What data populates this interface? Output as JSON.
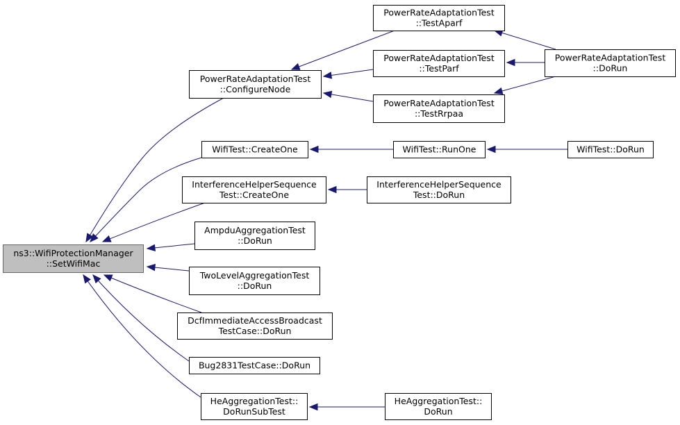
{
  "graph": {
    "root": "root",
    "nodes": [
      {
        "id": "root",
        "lines": [
          "ns3::WifiProtectionManager",
          "::SetWifiMac"
        ]
      },
      {
        "id": "prat_config",
        "lines": [
          "PowerRateAdaptationTest",
          "::ConfigureNode"
        ]
      },
      {
        "id": "prat_aparf",
        "lines": [
          "PowerRateAdaptationTest",
          "::TestAparf"
        ]
      },
      {
        "id": "prat_parf",
        "lines": [
          "PowerRateAdaptationTest",
          "::TestParf"
        ]
      },
      {
        "id": "prat_rrpaa",
        "lines": [
          "PowerRateAdaptationTest",
          "::TestRrpaa"
        ]
      },
      {
        "id": "prat_dorun",
        "lines": [
          "PowerRateAdaptationTest",
          "::DoRun"
        ]
      },
      {
        "id": "wt_create",
        "lines": [
          "WifiTest::CreateOne"
        ]
      },
      {
        "id": "wt_runone",
        "lines": [
          "WifiTest::RunOne"
        ]
      },
      {
        "id": "wt_dorun",
        "lines": [
          "WifiTest::DoRun"
        ]
      },
      {
        "id": "ihs_create",
        "lines": [
          "InterferenceHelperSequence",
          "Test::CreateOne"
        ]
      },
      {
        "id": "ihs_dorun",
        "lines": [
          "InterferenceHelperSequence",
          "Test::DoRun"
        ]
      },
      {
        "id": "ampdu",
        "lines": [
          "AmpduAggregationTest",
          "::DoRun"
        ]
      },
      {
        "id": "twolevel",
        "lines": [
          "TwoLevelAggregationTest",
          "::DoRun"
        ]
      },
      {
        "id": "dcf",
        "lines": [
          "DcfImmediateAccessBroadcast",
          "TestCase::DoRun"
        ]
      },
      {
        "id": "bug2831",
        "lines": [
          "Bug2831TestCase::DoRun"
        ]
      },
      {
        "id": "he_sub",
        "lines": [
          "HeAggregationTest::",
          "DoRunSubTest"
        ]
      },
      {
        "id": "he_dorun",
        "lines": [
          "HeAggregationTest::",
          "DoRun"
        ]
      }
    ],
    "edges": [
      {
        "from": "prat_config",
        "to": "root"
      },
      {
        "from": "wt_create",
        "to": "root"
      },
      {
        "from": "ihs_create",
        "to": "root"
      },
      {
        "from": "ampdu",
        "to": "root"
      },
      {
        "from": "twolevel",
        "to": "root"
      },
      {
        "from": "dcf",
        "to": "root"
      },
      {
        "from": "bug2831",
        "to": "root"
      },
      {
        "from": "he_sub",
        "to": "root"
      },
      {
        "from": "prat_aparf",
        "to": "prat_config"
      },
      {
        "from": "prat_parf",
        "to": "prat_config"
      },
      {
        "from": "prat_rrpaa",
        "to": "prat_config"
      },
      {
        "from": "prat_dorun",
        "to": "prat_aparf"
      },
      {
        "from": "prat_dorun",
        "to": "prat_parf"
      },
      {
        "from": "prat_dorun",
        "to": "prat_rrpaa"
      },
      {
        "from": "wt_runone",
        "to": "wt_create"
      },
      {
        "from": "wt_dorun",
        "to": "wt_runone"
      },
      {
        "from": "ihs_dorun",
        "to": "ihs_create"
      },
      {
        "from": "he_dorun",
        "to": "he_sub"
      }
    ]
  },
  "colors": {
    "edge": "#191970",
    "root_fill": "#bfbfbf",
    "root_stroke": "#666666",
    "node_fill": "#ffffff",
    "node_stroke": "#000000"
  }
}
